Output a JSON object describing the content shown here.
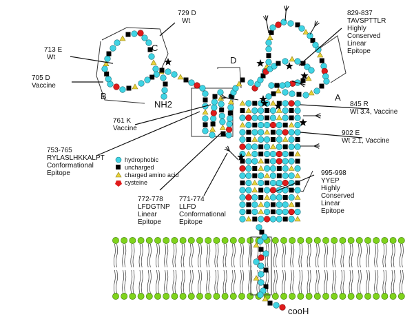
{
  "legend": {
    "hydrophobic": "hydrophobic",
    "uncharged": "uncharged",
    "charged": "charged amino acid",
    "cysteine": "cysteine"
  },
  "colors": {
    "hydrophobic": "#3fd4e4",
    "uncharged": "#000000",
    "charged": "#e8d23a",
    "cysteine": "#e01b1b",
    "lipid": "#7fd31c"
  },
  "regions": {
    "a": "A",
    "b": "B",
    "c": "C",
    "d": "D"
  },
  "termini": {
    "n": "NH2",
    "c": "cooH"
  },
  "labels": {
    "l729": [
      "729 D",
      "Wt"
    ],
    "l713": [
      "713 E",
      "Wt"
    ],
    "l705": [
      "705 D",
      "Vaccine"
    ],
    "l829": [
      "829-837",
      "TAVSPTTLR",
      "Highly",
      "Conserved",
      "Linear",
      "Epitope"
    ],
    "l845": [
      "845 R",
      "Wt 3.4, Vaccine"
    ],
    "l902": [
      "902 E",
      "Wt 2.1, Vaccine"
    ],
    "l761": [
      "761 K",
      "Vaccine"
    ],
    "l753": [
      "753-765",
      "RYLASLHKKALPT",
      "Conformational",
      "Epitope"
    ],
    "l772": [
      "772-778",
      "LFDGTNP",
      "Linear",
      "Epitope"
    ],
    "l771": [
      "771-774",
      "LLFD",
      "Conformational",
      "Epitope"
    ],
    "l995": [
      "995-998",
      "YYEP",
      "Highly",
      "Conserved",
      "Linear",
      "Epitope"
    ]
  }
}
